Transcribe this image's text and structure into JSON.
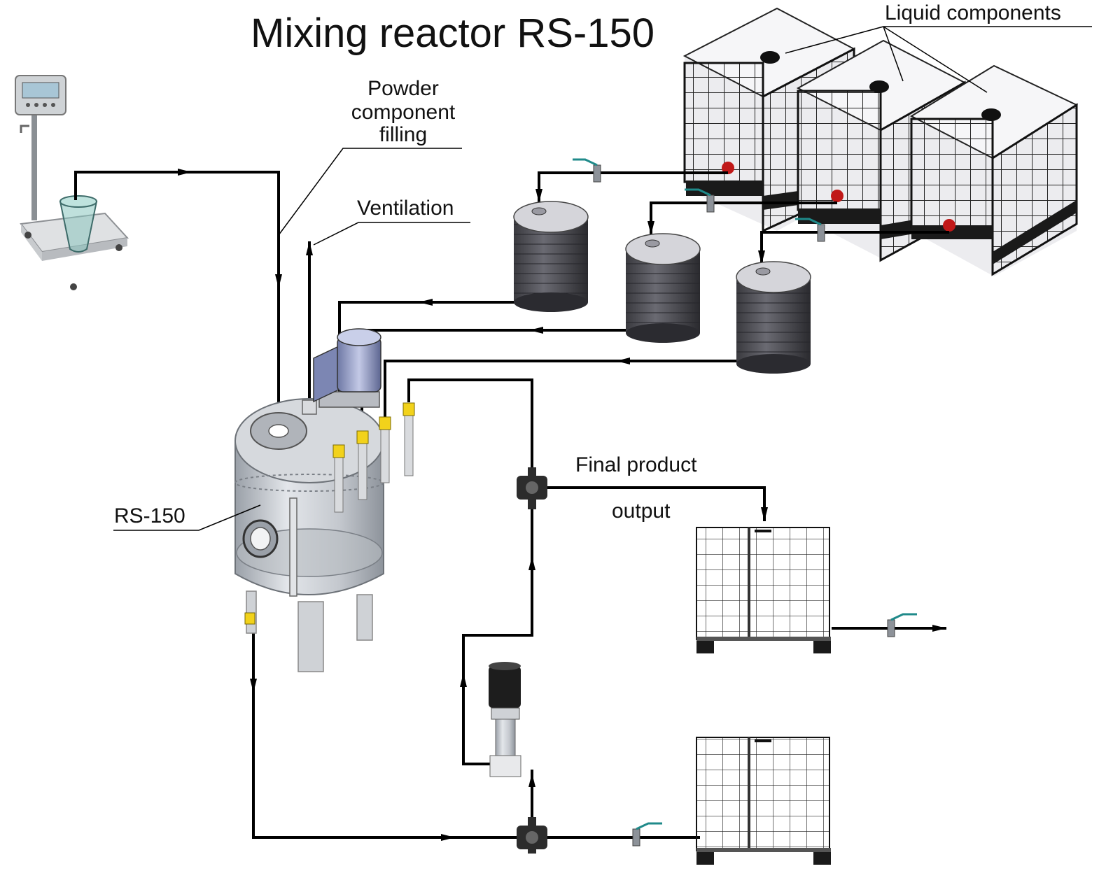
{
  "title": "Mixing reactor RS-150",
  "labels": {
    "liquid_components": "Liquid components",
    "powder_line1": "Powder",
    "powder_line2": "component",
    "powder_line3": "filling",
    "ventilation": "Ventilation",
    "reactor": "RS-150",
    "final_product": "Final product",
    "output": "output"
  },
  "colors": {
    "pipe": "#000000",
    "steel": "#c9ccd1",
    "tank_dark": "#3b3b40",
    "valve_yellow": "#f2d21b",
    "valve_handle": "#1f8a8a",
    "motor": "#9aa3c8",
    "ibc_frame": "#1a1a1a"
  },
  "icons": [
    "scale-icon",
    "ibc-container-icon",
    "storage-tank-icon",
    "motor-icon",
    "pump-icon",
    "ball-valve-icon",
    "three-way-valve-icon"
  ]
}
